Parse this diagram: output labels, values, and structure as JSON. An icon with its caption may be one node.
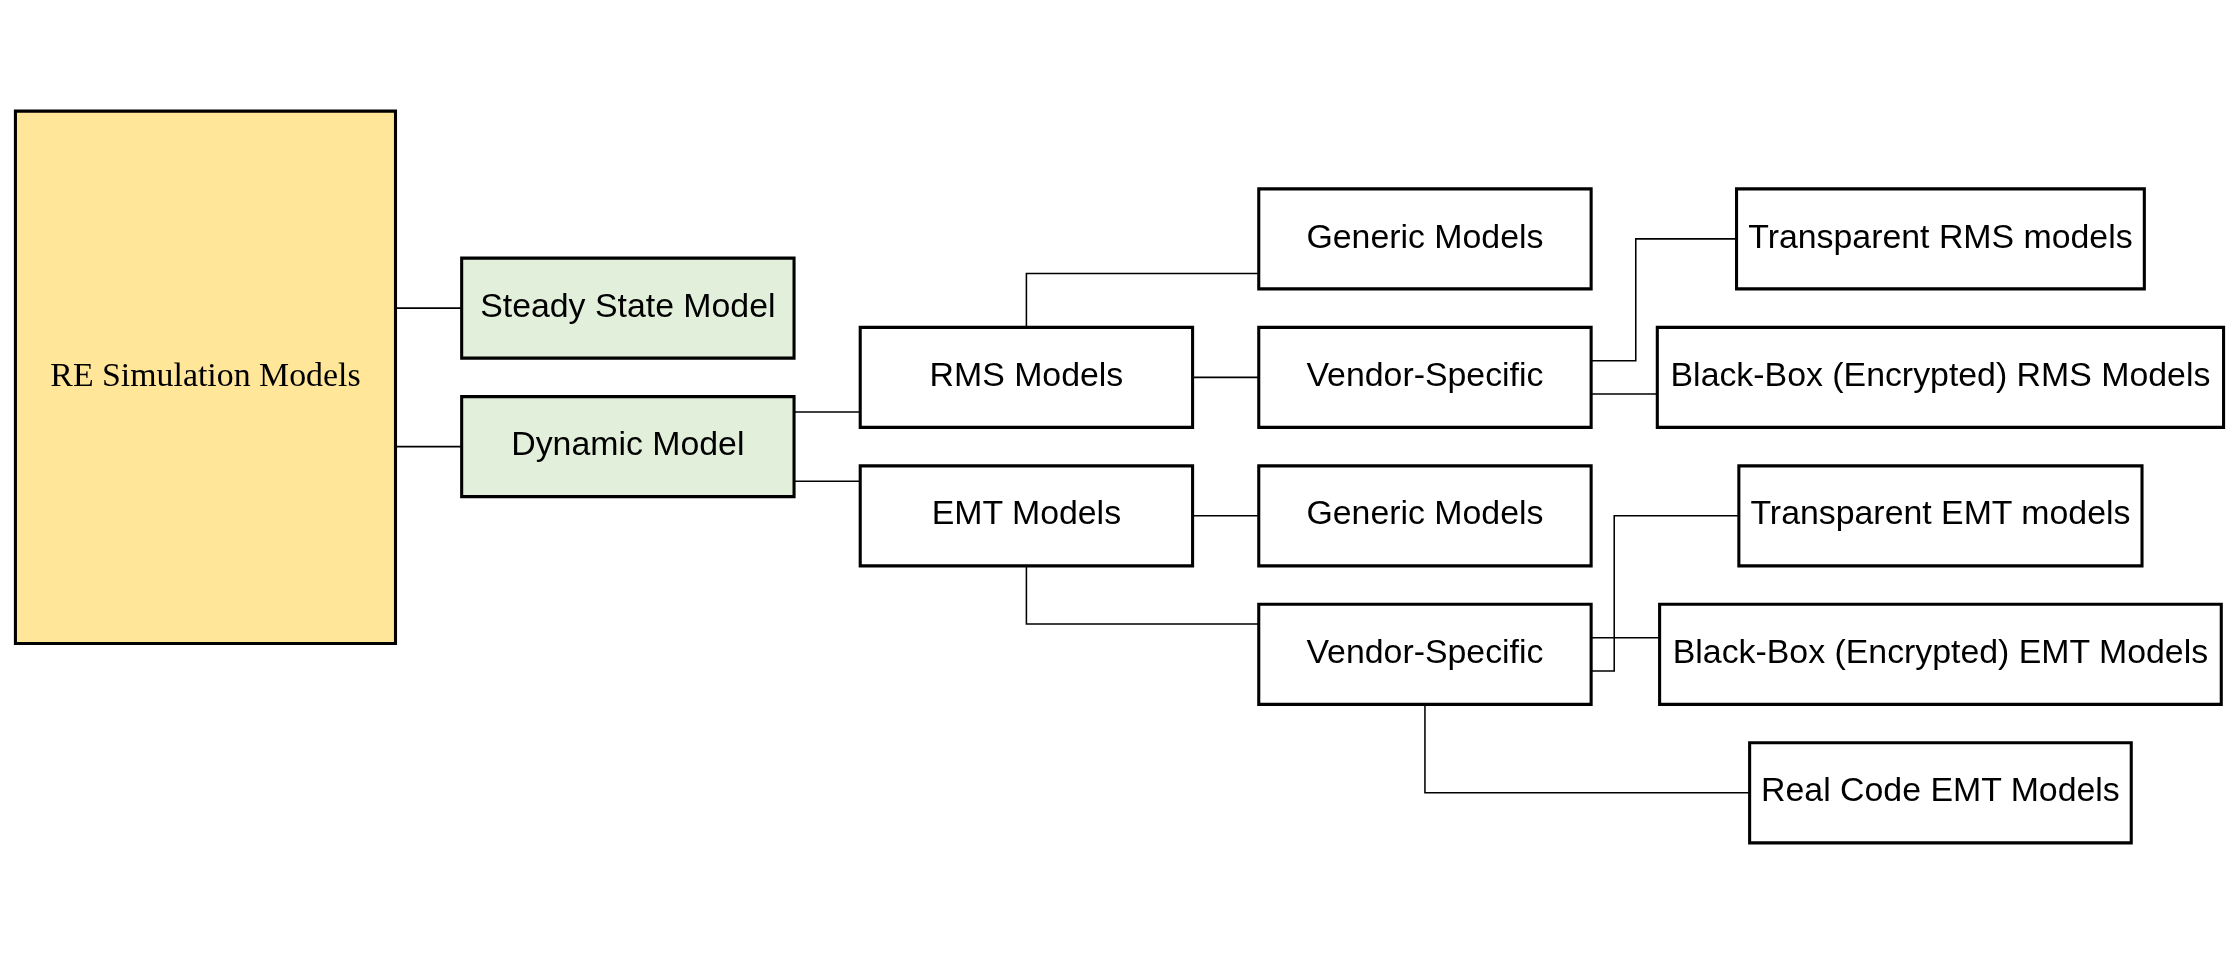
{
  "diagram": {
    "nodes": [
      {
        "text": [
          "RE Simulation Models"
        ]
      },
      {
        "text": [
          "Steady State Model"
        ]
      },
      {
        "text": [
          "Dynamic Model"
        ]
      },
      {
        "text": [
          "RMS Models"
        ]
      },
      {
        "text": [
          "Generic Models"
        ]
      },
      {
        "text": [
          "Vendor-Specific"
        ]
      },
      {
        "text": [
          "Transparent RMS models"
        ]
      },
      {
        "text": [
          "Black-Box (Encrypted) RMS Models"
        ]
      },
      {
        "text": [
          "EMT Models"
        ]
      },
      {
        "text": [
          "Generic Models"
        ]
      },
      {
        "text": [
          "Vendor-Specific"
        ]
      },
      {
        "text": [
          "Transparent EMT models"
        ]
      },
      {
        "text": [
          "Black-Box (Encrypted) EMT Models"
        ]
      },
      {
        "text": [
          "Real Code EMT Models"
        ]
      }
    ],
    "edges": [
      {
        "from": 0,
        "to": 1,
        "arrow": "none"
      },
      {
        "from": 0,
        "to": 2,
        "arrow": "none"
      },
      {
        "from": 2,
        "to": 3,
        "arrow": "none"
      },
      {
        "from": 2,
        "to": 8,
        "arrow": "none"
      },
      {
        "from": 3,
        "to": 4,
        "arrow": "none"
      },
      {
        "from": 3,
        "to": 5,
        "arrow": "none"
      },
      {
        "from": 5,
        "to": 6,
        "arrow": "none"
      },
      {
        "from": 5,
        "to": 7,
        "arrow": "none"
      },
      {
        "from": 8,
        "to": 9,
        "arrow": "none"
      },
      {
        "from": 8,
        "to": 10,
        "arrow": "none"
      },
      {
        "from": 10,
        "to": 11,
        "arrow": "none"
      },
      {
        "from": 10,
        "to": 12,
        "arrow": "none"
      },
      {
        "from": 10,
        "to": 13,
        "arrow": "none"
      }
    ]
  }
}
